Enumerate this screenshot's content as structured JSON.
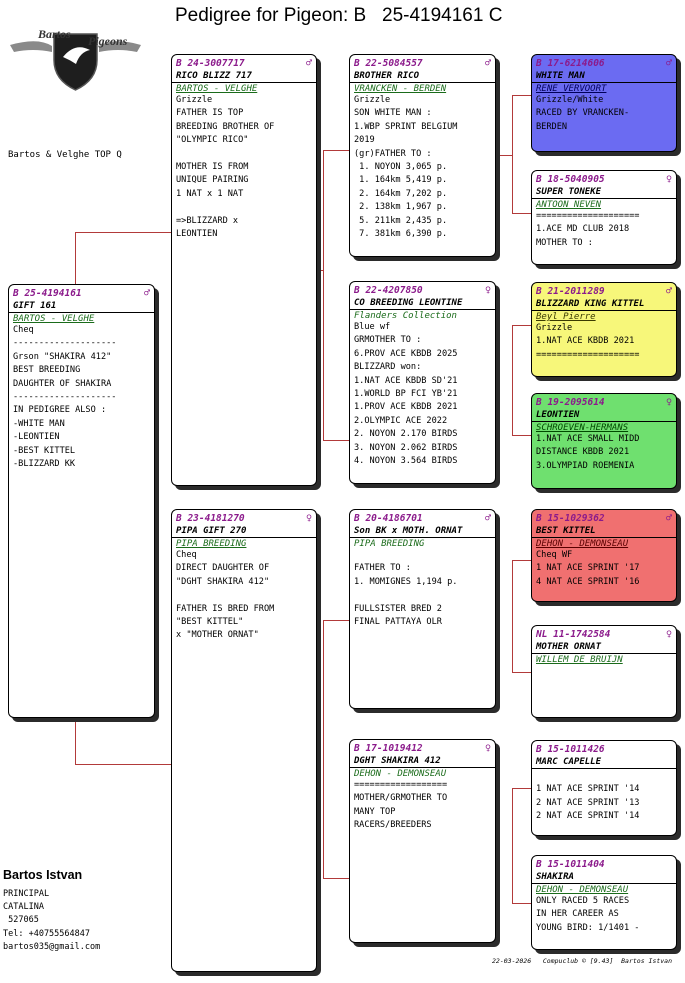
{
  "title": "Pedigree for Pigeon: B   25-4194161 C",
  "logo": {
    "line1": "Bartos",
    "line2": "Pigeons"
  },
  "loft_name": "Bartos & Velghe TOP Q",
  "cards": {
    "subject": {
      "ring": "B   25-4194161",
      "sex": "♂",
      "name": "GIFT 161",
      "owner": "BARTOS - VELGHE",
      "body": "Cheq\n--------------------\nGrson \"SHAKIRA 412\"\nBEST BREEDING\nDAUGHTER OF SHAKIRA\n--------------------\nIN PEDIGREE ALSO :\n-WHITE MAN\n-LEONTIEN\n-BEST KITTEL\n-BLIZZARD KK"
    },
    "father": {
      "ring": "B   24-3007717",
      "sex": "♂",
      "name": "RICO BLIZZ 717",
      "owner": "BARTOS - VELGHE",
      "body": "Grizzle\nFATHER IS TOP\nBREEDING BROTHER OF\n\"OLYMPIC RICO\"\n\nMOTHER IS FROM\nUNIQUE PAIRING\n1 NAT x 1 NAT\n\n=>BLIZZARD x\nLEONTIEN"
    },
    "mother": {
      "ring": "B   23-4181270",
      "sex": "♀",
      "name": "PIPA GIFT 270",
      "owner": "PIPA BREEDING",
      "body": "Cheq\nDIRECT DAUGHTER OF\n\"DGHT SHAKIRA 412\"\n\nFATHER IS BRED FROM\n\"BEST KITTEL\"\nx \"MOTHER ORNAT\""
    },
    "ff": {
      "ring": "B   22-5084557",
      "sex": "♂",
      "name": "BROTHER RICO",
      "owner": "VRANCKEN - BERDEN",
      "body": "Grizzle\nSON WHITE MAN :\n1.WBP SPRINT BELGIUM\n2019\n(gr)FATHER TO :\n 1. NOYON 3,065 p.\n 1. 164km 5,419 p.\n 2. 164km 7,202 p.\n 2. 138km 1,967 p.\n 5. 211km 2,435 p.\n 7. 381km 6,390 p."
    },
    "fm": {
      "ring": "B   22-4207850",
      "sex": "♀",
      "name": "CO BREEDING LEONTINE",
      "owner": "Flanders Collection",
      "body": "Blue wf\nGRMOTHER TO :\n6.PROV ACE KBDB 2025\nBLIZZARD won:\n1.NAT ACE KBDB SD'21\n1.WORLD BP FCI YB'21\n1.PROV ACE KBDB 2021\n2.OLYMPIC ACE 2022\n2. NOYON 2.170 BIRDS\n3. NOYON 2.062 BIRDS\n4. NOYON 3.564 BIRDS"
    },
    "mf": {
      "ring": "B   20-4186701",
      "sex": "♂",
      "name": "Son BK x MOTH. ORNAT",
      "owner": "PIPA BREEDING",
      "body": "\nFATHER TO :\n1. MOMIGNES 1,194 p.\n\nFULLSISTER BRED 2\nFINAL PATTAYA OLR"
    },
    "mm": {
      "ring": "B   17-1019412",
      "sex": "♀",
      "name": "DGHT SHAKIRA 412",
      "owner": "DEHON - DEMONSEAU",
      "body": "==================\nMOTHER/GRMOTHER TO\nMANY TOP\nRACERS/BREEDERS"
    },
    "fff": {
      "ring": "B   17-6214606",
      "sex": "♂",
      "name": "WHITE MAN",
      "owner": "RENE VERVOORT",
      "body": "Grizzle/White\nRACED BY VRANCKEN-\nBERDEN"
    },
    "ffm": {
      "ring": "B   18-5040905",
      "sex": "♀",
      "name": "SUPER TONEKE",
      "owner": "ANTOON NEVEN",
      "body": "====================\n1.ACE MD CLUB 2018\nMOTHER TO :"
    },
    "fmf": {
      "ring": "B   21-2011289",
      "sex": "♂",
      "name": "BLIZZARD KING KITTEL",
      "owner": "Beyl Pierre",
      "body": "Grizzle\n1.NAT ACE KBDB 2021\n===================="
    },
    "fmm": {
      "ring": "B   19-2095614",
      "sex": "♀",
      "name": "LEONTIEN",
      "owner": "SCHROEVEN-HERMANS",
      "body": "1.NAT ACE SMALL MIDD\nDISTANCE KBDB 2021\n3.OLYMPIAD ROEMENIA"
    },
    "mff": {
      "ring": "B   15-1029362",
      "sex": "♂",
      "name": "BEST KITTEL",
      "owner": "DEHON - DEMONSEAU",
      "body": "Cheq WF\n1 NAT ACE SPRINT '17\n4 NAT ACE SPRINT '16"
    },
    "mfm": {
      "ring": "NL  11-1742584",
      "sex": "♀",
      "name": "MOTHER ORNAT",
      "owner": "WILLEM DE BRUIJN",
      "body": ""
    },
    "mmf": {
      "ring": "B   15-1011426",
      "sex": "",
      "name": "MARC CAPELLE",
      "owner": "",
      "body": "\n1 NAT ACE SPRINT '14\n2 NAT ACE SPRINT '13\n2 NAT ACE SPRINT '14"
    },
    "mmm": {
      "ring": "B   15-1011404",
      "sex": "",
      "name": "SHAKIRA",
      "owner": "DEHON - DEMONSEAU",
      "body": "ONLY RACED 5 RACES\nIN HER CAREER AS\nYOUNG BIRD: 1/1401 -"
    }
  },
  "breeder": {
    "name": "Bartos Istvan",
    "details": "PRINCIPAL\nCATALINA\n 527065\nTel: +40755564847\nbartos035@gmail.com"
  },
  "footer": "22-03-2026   Compuclub © [9.43]  Bartos Istvan",
  "colors": {
    "blue": "#6b6bf2",
    "yellow": "#f7f77a",
    "green": "#6fe06f",
    "red": "#f07070",
    "line": "#b23a3a"
  }
}
